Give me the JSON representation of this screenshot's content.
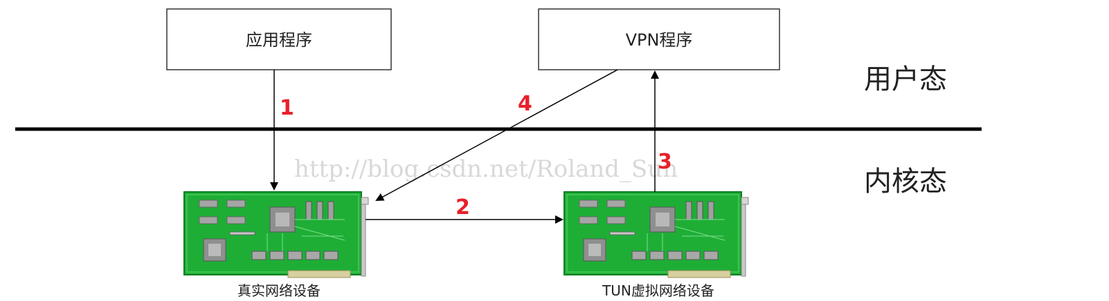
{
  "boxes": {
    "app": "应用程序",
    "vpn": "VPN程序"
  },
  "zones": {
    "user": "用户态",
    "kernel": "内核态"
  },
  "steps": [
    "1",
    "2",
    "3",
    "4"
  ],
  "devices": {
    "real": "真实网络设备",
    "tun": "TUN虚拟网络设备"
  },
  "watermark": "http://blog.csdn.net/Roland_Sun",
  "colors": {
    "step_label": "#e8202a",
    "line": "#000000",
    "board": "#21b63a",
    "board_dark": "#108a26",
    "chip": "#9a9a9a"
  }
}
